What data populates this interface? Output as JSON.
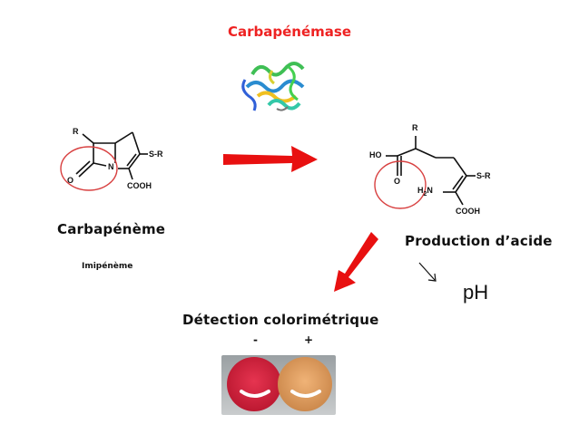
{
  "enzyme": {
    "name": "Carbapénémase",
    "color": "#ee2222"
  },
  "substrate": {
    "name": "Carbapénème",
    "example": "Imipénème",
    "atoms": {
      "r": "R",
      "sr": "S-R",
      "n": "N",
      "o": "O",
      "cooh": "COOH"
    }
  },
  "product": {
    "name": "Production d’acide",
    "atoms": {
      "r": "R",
      "ho": "HO",
      "o": "O",
      "h2n_h": "H",
      "h2n_2": "2",
      "h2n_n": "N",
      "sr": "S-R",
      "cooh": "COOH"
    }
  },
  "ph": {
    "label": "pH"
  },
  "detection": {
    "title": "Détection colorimétrique",
    "negative": "-",
    "positive": "+",
    "negative_color": "#d8203e",
    "positive_color": "#e3a163"
  },
  "arrow_color": "#e81010",
  "ring_highlight_color": "#d84040"
}
